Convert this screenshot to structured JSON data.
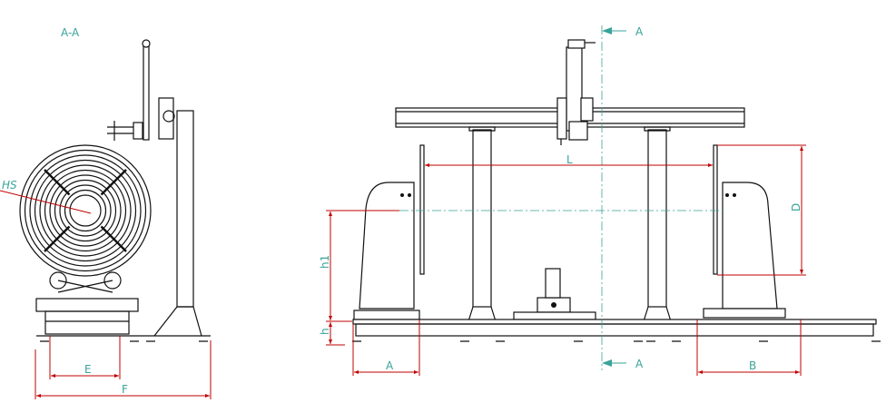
{
  "section_view": {
    "title": "A-A",
    "labels": {
      "hs": "HS",
      "e": "E",
      "f": "F"
    }
  },
  "front_view": {
    "labels": {
      "l": "L",
      "d": "D",
      "h1": "h1",
      "h": "h",
      "a": "A",
      "b": "B"
    },
    "section_marker_top": "A",
    "section_marker_bottom": "A"
  },
  "colors": {
    "dimension": "#c00000",
    "label": "#3aa39a",
    "line": "#111111"
  }
}
